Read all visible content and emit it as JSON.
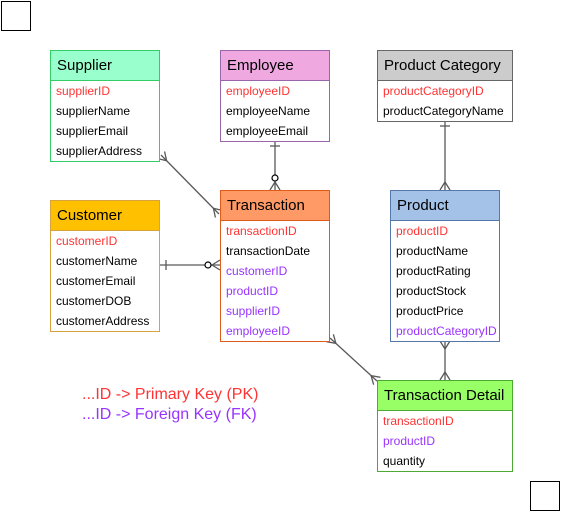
{
  "colors": {
    "pk": "#ff3333",
    "fk": "#9933ff",
    "edge": "#595959"
  },
  "entities": {
    "supplier": {
      "title": "Supplier",
      "header_color": "#99ffcc",
      "border_color": "#33cc66",
      "attrs": [
        {
          "name": "supplierID",
          "kind": "pk"
        },
        {
          "name": "supplierName",
          "kind": "plain"
        },
        {
          "name": "supplierEmail",
          "kind": "plain"
        },
        {
          "name": "supplierAddress",
          "kind": "plain"
        }
      ]
    },
    "employee": {
      "title": "Employee",
      "header_color": "#f0a8e0",
      "border_color": "#9966aa",
      "attrs": [
        {
          "name": "employeeID",
          "kind": "pk"
        },
        {
          "name": "employeeName",
          "kind": "plain"
        },
        {
          "name": "employeeEmail",
          "kind": "plain"
        }
      ]
    },
    "product_category": {
      "title": "Product Category",
      "header_color": "#cccccc",
      "border_color": "#666666",
      "attrs": [
        {
          "name": "productCategoryID",
          "kind": "pk"
        },
        {
          "name": "productCategoryName",
          "kind": "plain"
        }
      ]
    },
    "customer": {
      "title": "Customer",
      "header_color": "#ffc000",
      "border_color": "#d6a33d",
      "attrs": [
        {
          "name": "customerID",
          "kind": "pk"
        },
        {
          "name": "customerName",
          "kind": "plain"
        },
        {
          "name": "customerEmail",
          "kind": "plain"
        },
        {
          "name": "customerDOB",
          "kind": "plain"
        },
        {
          "name": "customerAddress",
          "kind": "plain"
        }
      ]
    },
    "transaction": {
      "title": "Transaction",
      "header_color": "#ff9966",
      "border_color": "#e05a1a",
      "attrs": [
        {
          "name": "transactionID",
          "kind": "pk"
        },
        {
          "name": "transactionDate",
          "kind": "plain"
        },
        {
          "name": "customerID",
          "kind": "fk"
        },
        {
          "name": "productID",
          "kind": "fk"
        },
        {
          "name": "supplierID",
          "kind": "fk"
        },
        {
          "name": "employeeID",
          "kind": "fk"
        }
      ]
    },
    "product": {
      "title": "Product",
      "header_color": "#a4c2e8",
      "border_color": "#5577aa",
      "attrs": [
        {
          "name": "productID",
          "kind": "pk"
        },
        {
          "name": "productName",
          "kind": "plain"
        },
        {
          "name": "productRating",
          "kind": "plain"
        },
        {
          "name": "productStock",
          "kind": "plain"
        },
        {
          "name": "productPrice",
          "kind": "plain"
        },
        {
          "name": "productCategoryID",
          "kind": "fk"
        }
      ]
    },
    "transaction_detail": {
      "title": "Transaction Detail",
      "header_color": "#99ff66",
      "border_color": "#4caa33",
      "attrs": [
        {
          "name": "transactionID",
          "kind": "pk"
        },
        {
          "name": "productID",
          "kind": "fk"
        },
        {
          "name": "quantity",
          "kind": "plain"
        }
      ]
    }
  },
  "legend": {
    "pk_text": "...ID -> Primary Key (PK)",
    "fk_text": "...ID -> Foreign Key (FK)"
  }
}
